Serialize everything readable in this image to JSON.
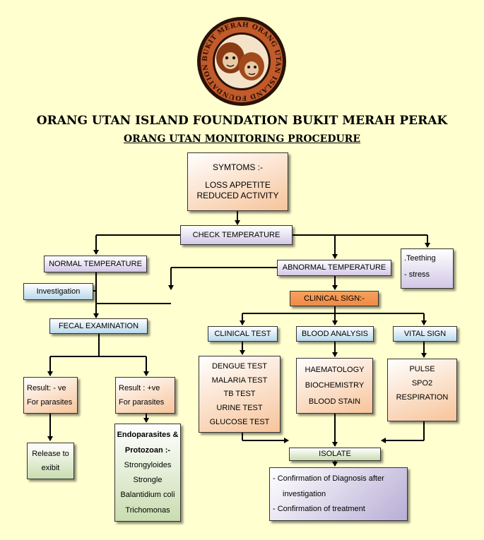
{
  "logo": {
    "ring_text": "BUKIT MERAH ORANG UTAN ISLAND FOUNDATION • PERAK •",
    "colors": {
      "ring": "#c25a2a",
      "dark": "#2a1206",
      "inner": "#f5e3c9"
    }
  },
  "header": {
    "title": "ORANG UTAN ISLAND FOUNDATION BUKIT MERAH PERAK",
    "subtitle": "ORANG UTAN MONITORING PROCEDURE"
  },
  "nodes": {
    "symptoms": {
      "lines": [
        "SYMTOMS :-",
        "",
        "LOSS APPETITE",
        "REDUCED ACTIVITY"
      ]
    },
    "check_temperature": {
      "label": "CHECK TEMPERATURE"
    },
    "normal_temperature": {
      "label": "NORMAL TEMPERATURE"
    },
    "abnormal_temperature": {
      "label": "ABNORMAL TEMPERATURE"
    },
    "teething": {
      "lines": [
        ".Teething",
        "-  stress"
      ]
    },
    "investigation": {
      "label": "Investigation"
    },
    "clinical_sign": {
      "label": "CLINICAL SIGN:-"
    },
    "fecal_examination": {
      "label": "FECAL EXAMINATION"
    },
    "clinical_test": {
      "label": "CLINICAL TEST",
      "items": [
        "DENGUE TEST",
        "MALARIA TEST",
        "TB TEST",
        "URINE TEST",
        "GLUCOSE TEST"
      ]
    },
    "blood_analysis": {
      "label": "BLOOD  ANALYSIS",
      "items": [
        "HAEMATOLOGY",
        "BIOCHEMISTRY",
        "BLOOD STAIN"
      ]
    },
    "vital_sign": {
      "label": "VITAL SIGN",
      "items": [
        "PULSE",
        "SPO2",
        "RESPIRATION"
      ]
    },
    "result_negative": {
      "lines": [
        "Result: - ve",
        "For parasites"
      ]
    },
    "result_positive": {
      "lines": [
        "Result : +ve",
        "For parasites"
      ]
    },
    "release": {
      "lines": [
        "Release to",
        "exibit"
      ]
    },
    "endoparasites": {
      "lines": [
        "Endoparasites &",
        "Protozoan :-",
        "Strongyloides",
        "Strongle",
        "Balantidium coli",
        "Trichomonas"
      ]
    },
    "isolate": {
      "label": "ISOLATE"
    },
    "confirmation": {
      "lines": [
        "- Confirmation of Diagnosis after",
        "investigation",
        "- Confirmation of treatment"
      ]
    }
  }
}
